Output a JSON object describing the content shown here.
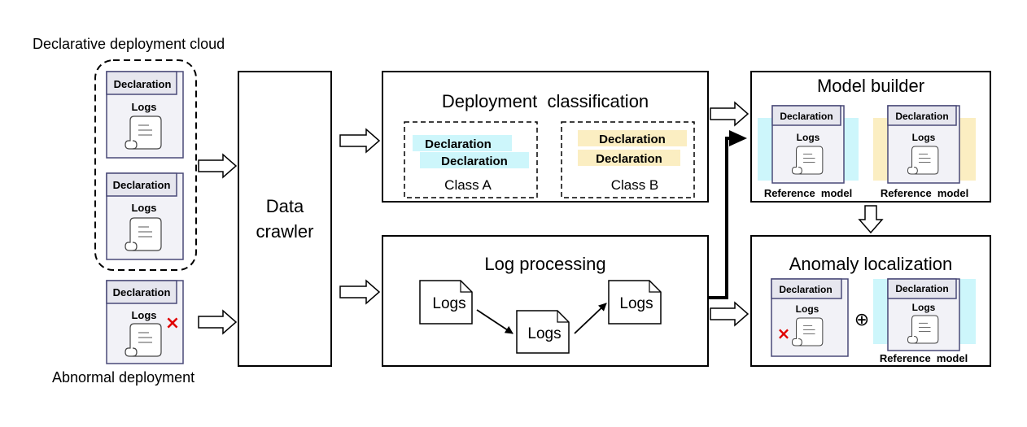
{
  "cloud_label": "Declarative deployment cloud",
  "abnormal_label": "Abnormal deployment",
  "doc": {
    "declaration": "Declaration",
    "logs": "Logs"
  },
  "crawler": {
    "line1": "Data",
    "line2": "crawler"
  },
  "classification": {
    "title": "Deployment  classification",
    "class_a": {
      "label": "Class A",
      "items": [
        "Declaration",
        "Declaration"
      ],
      "highlight": "#cdf6fb"
    },
    "class_b": {
      "label": "Class B",
      "items": [
        "Declaration",
        "Declaration"
      ],
      "highlight": "#fbeec2"
    }
  },
  "log_processing": {
    "title": "Log processing",
    "items": [
      "Logs",
      "Logs",
      "Logs"
    ]
  },
  "model_builder": {
    "title": "Model builder",
    "reference_label": "Reference  model"
  },
  "anomaly": {
    "title": "Anomaly localization",
    "reference_label": "Reference  model",
    "combine_symbol": "⊕",
    "error_mark": "×"
  },
  "colors": {
    "doc_fill": "#f2f2f7",
    "doc_border": "#4a4a78",
    "header_fill": "#e6e6ee",
    "error": "#e00000"
  }
}
